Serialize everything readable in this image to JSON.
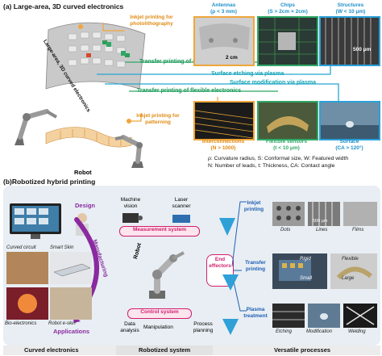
{
  "panel_a": {
    "title": "(a) Large-area, 3D curved electronics",
    "curved_label": "Large-area, 3D curved electronics",
    "robot_label": "Robot",
    "inkjet_photo": "Inkjet printing for photolithography",
    "inkjet_pattern": "Inkjet printing for patterning",
    "transfer_rigid": "Transfer printing of rigid chips",
    "transfer_flexible": "Transfer printing of flexible electronics",
    "surface_etching": "Surface etching via plasma",
    "surface_mod": "Surface modification via plasma",
    "antennas_title": "Antennas",
    "antennas_sub": "(ρ < 3 mm)",
    "antennas_scale": "2 cm",
    "chips_title": "Chips",
    "chips_sub": "(S > 2cm × 2cm)",
    "structures_title": "Structures",
    "structures_sub": "(W < 10 μm)",
    "structures_scale": "500 μm",
    "inter_title": "Interconnections",
    "inter_sub": "(N > 1000)",
    "sensors_title": "Flexible sensors",
    "sensors_sub": "(t < 10 μm)",
    "surface_title": "Surface",
    "surface_sub": "(CA > 120°)",
    "legend_line1": "ρ: Curvature radius, S: Conformal size, W: Featured width",
    "legend_line2": "N: Number of leads, t: Thickness, CA: Contact angle"
  },
  "panel_b": {
    "title": "(b)Robotized hybrid printing",
    "design": "Design",
    "manufacturing": "Manufacturing",
    "curved_circuit": "Curved circuit",
    "smart_skin": "Smart Skin",
    "bio_electronics": "Bio-electronics",
    "robot_e_skin": "Robot e-skin",
    "applications": "Applications",
    "machine_vision": "Machine vision",
    "laser_scanner": "Laser scanner",
    "measurement_system": "Measurement system",
    "robot": "Robot",
    "control_system": "Control system",
    "data_analysis": "Data analysis",
    "manipulation": "Manipulation",
    "process_planning": "Process planning",
    "end_effectors": "End effectors",
    "inkjet_printing": "Inkjet printing",
    "transfer_printing": "Transfer printing",
    "plasma_treatment": "Plasma treatment",
    "scale_500": "500 μm",
    "dots": "Dots",
    "lines": "Lines",
    "films": "Films",
    "rigid": "Rigid",
    "flexible": "Flexible",
    "small": "Small",
    "large": "Large",
    "etching": "Etching",
    "modification": "Modification",
    "welding": "Welding",
    "sec_curved": "Curved electronics",
    "sec_robotized": "Robotized system",
    "sec_versatile": "Versatile processes"
  }
}
